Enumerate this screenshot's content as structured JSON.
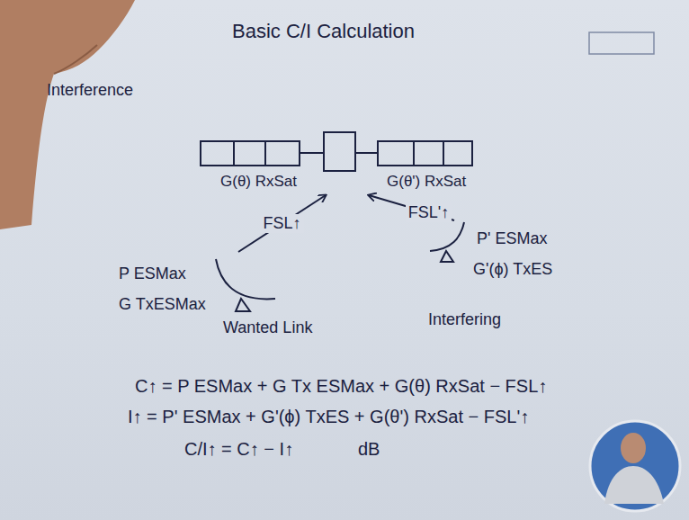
{
  "diagram": {
    "title": "Basic C/I Calculation",
    "nodes": [
      {
        "text": [
          "G(θ) RxSat",
          "G(θ') RxSat"
        ]
      },
      {
        "text": [
          "P ESMax",
          "G TxESMax",
          "Wanted Link"
        ]
      },
      {
        "text": [
          "P' ESMax",
          "G'(ϕ) TxES",
          "Interfering"
        ]
      }
    ],
    "edges": [
      {
        "from": 1,
        "to": 0,
        "arrow": "to",
        "label": "FSL↑"
      },
      {
        "from": 2,
        "to": 0,
        "arrow": "to",
        "label": "FSL'↑"
      }
    ],
    "labels": [
      "Interference",
      "C↑ = P ESMax + G Tx ESMax + G(θ) RxSat − FSL↑",
      "I↑ = P' ESMax + G'(ϕ) TxES + G(θ') RxSat − FSL'↑",
      "C/I↑ = C↑ − I↑",
      "dB"
    ]
  }
}
